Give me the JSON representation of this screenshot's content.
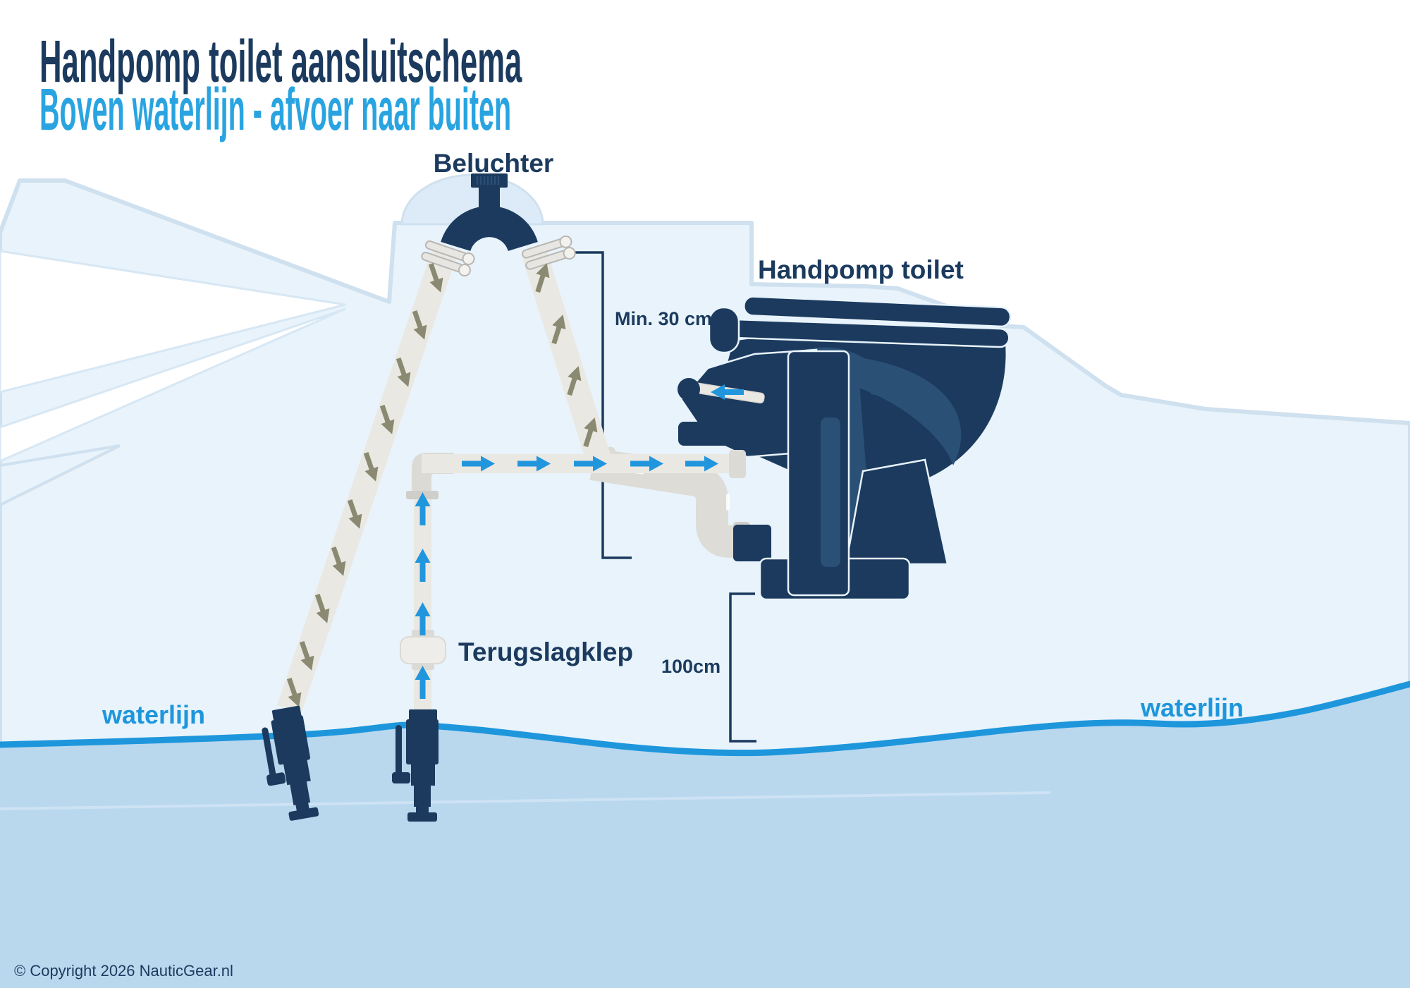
{
  "title": {
    "line1": "Handpomp toilet aansluitschema",
    "line2": "Boven waterlijn - afvoer naar buiten"
  },
  "labels": {
    "vent_loop": "Beluchter",
    "toilet": "Handpomp toilet",
    "min_height": "Min. 30 cm",
    "check_valve": "Terugslagklep",
    "depth": "100cm",
    "waterline_left": "waterlijn",
    "waterline_right": "waterlijn"
  },
  "footer": {
    "copyright": "© Copyright 2026 NauticGear.nl"
  },
  "colors": {
    "navy": "#1b3a5e",
    "accent": "#2b5076",
    "titleBlue": "#29a4e1",
    "waterStroke": "#1e96dc",
    "blueArrow": "#2296dd",
    "olive": "#8a8971",
    "pipe": "#eae8e3",
    "pipeDark": "#dcdad5",
    "fitting": "#d0cec9",
    "grayPipe": "#dedcd7",
    "valveBody": "#efede9",
    "bgPale": "#e8f3fb",
    "boatShape": "#dcebf7",
    "boatStroke": "#cfe0ef",
    "water": "#b9d8ee",
    "keel": "#cde2f3"
  }
}
